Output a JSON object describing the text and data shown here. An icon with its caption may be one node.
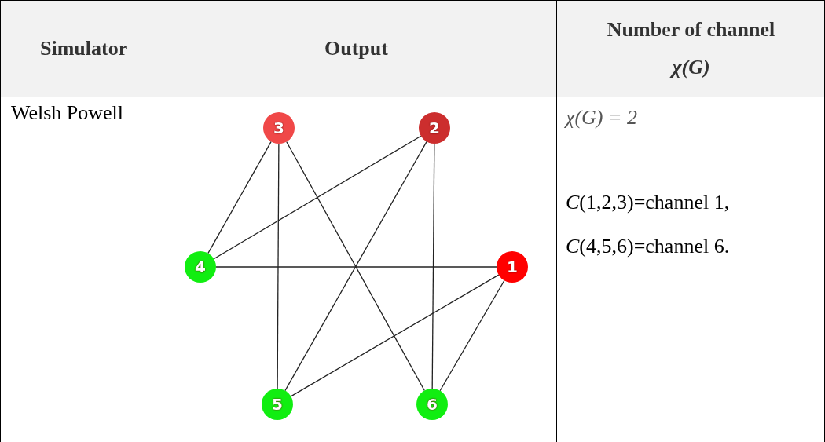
{
  "diagram": {
    "nodes": [
      {
        "text": [
          "3"
        ]
      },
      {
        "text": [
          "2"
        ]
      },
      {
        "text": [
          "4"
        ]
      },
      {
        "text": [
          "1"
        ]
      },
      {
        "text": [
          "5"
        ]
      },
      {
        "text": [
          "6"
        ]
      }
    ],
    "edges": [
      {
        "from": 0,
        "to": 2,
        "arrow": "none"
      },
      {
        "from": 0,
        "to": 4,
        "arrow": "none"
      },
      {
        "from": 0,
        "to": 5,
        "arrow": "none"
      },
      {
        "from": 1,
        "to": 2,
        "arrow": "none"
      },
      {
        "from": 1,
        "to": 4,
        "arrow": "none"
      },
      {
        "from": 1,
        "to": 5,
        "arrow": "none"
      },
      {
        "from": 3,
        "to": 2,
        "arrow": "none"
      },
      {
        "from": 3,
        "to": 4,
        "arrow": "none"
      },
      {
        "from": 3,
        "to": 5,
        "arrow": "none"
      }
    ],
    "labels": [
      "Simulator",
      "Output",
      "Number of channel *χ(G)*",
      "Welsh Powell",
      "χ(G) = 2",
      "*C*(1,2,3)=channel 1,",
      "*C*(4,5,6)=channel 6."
    ]
  }
}
